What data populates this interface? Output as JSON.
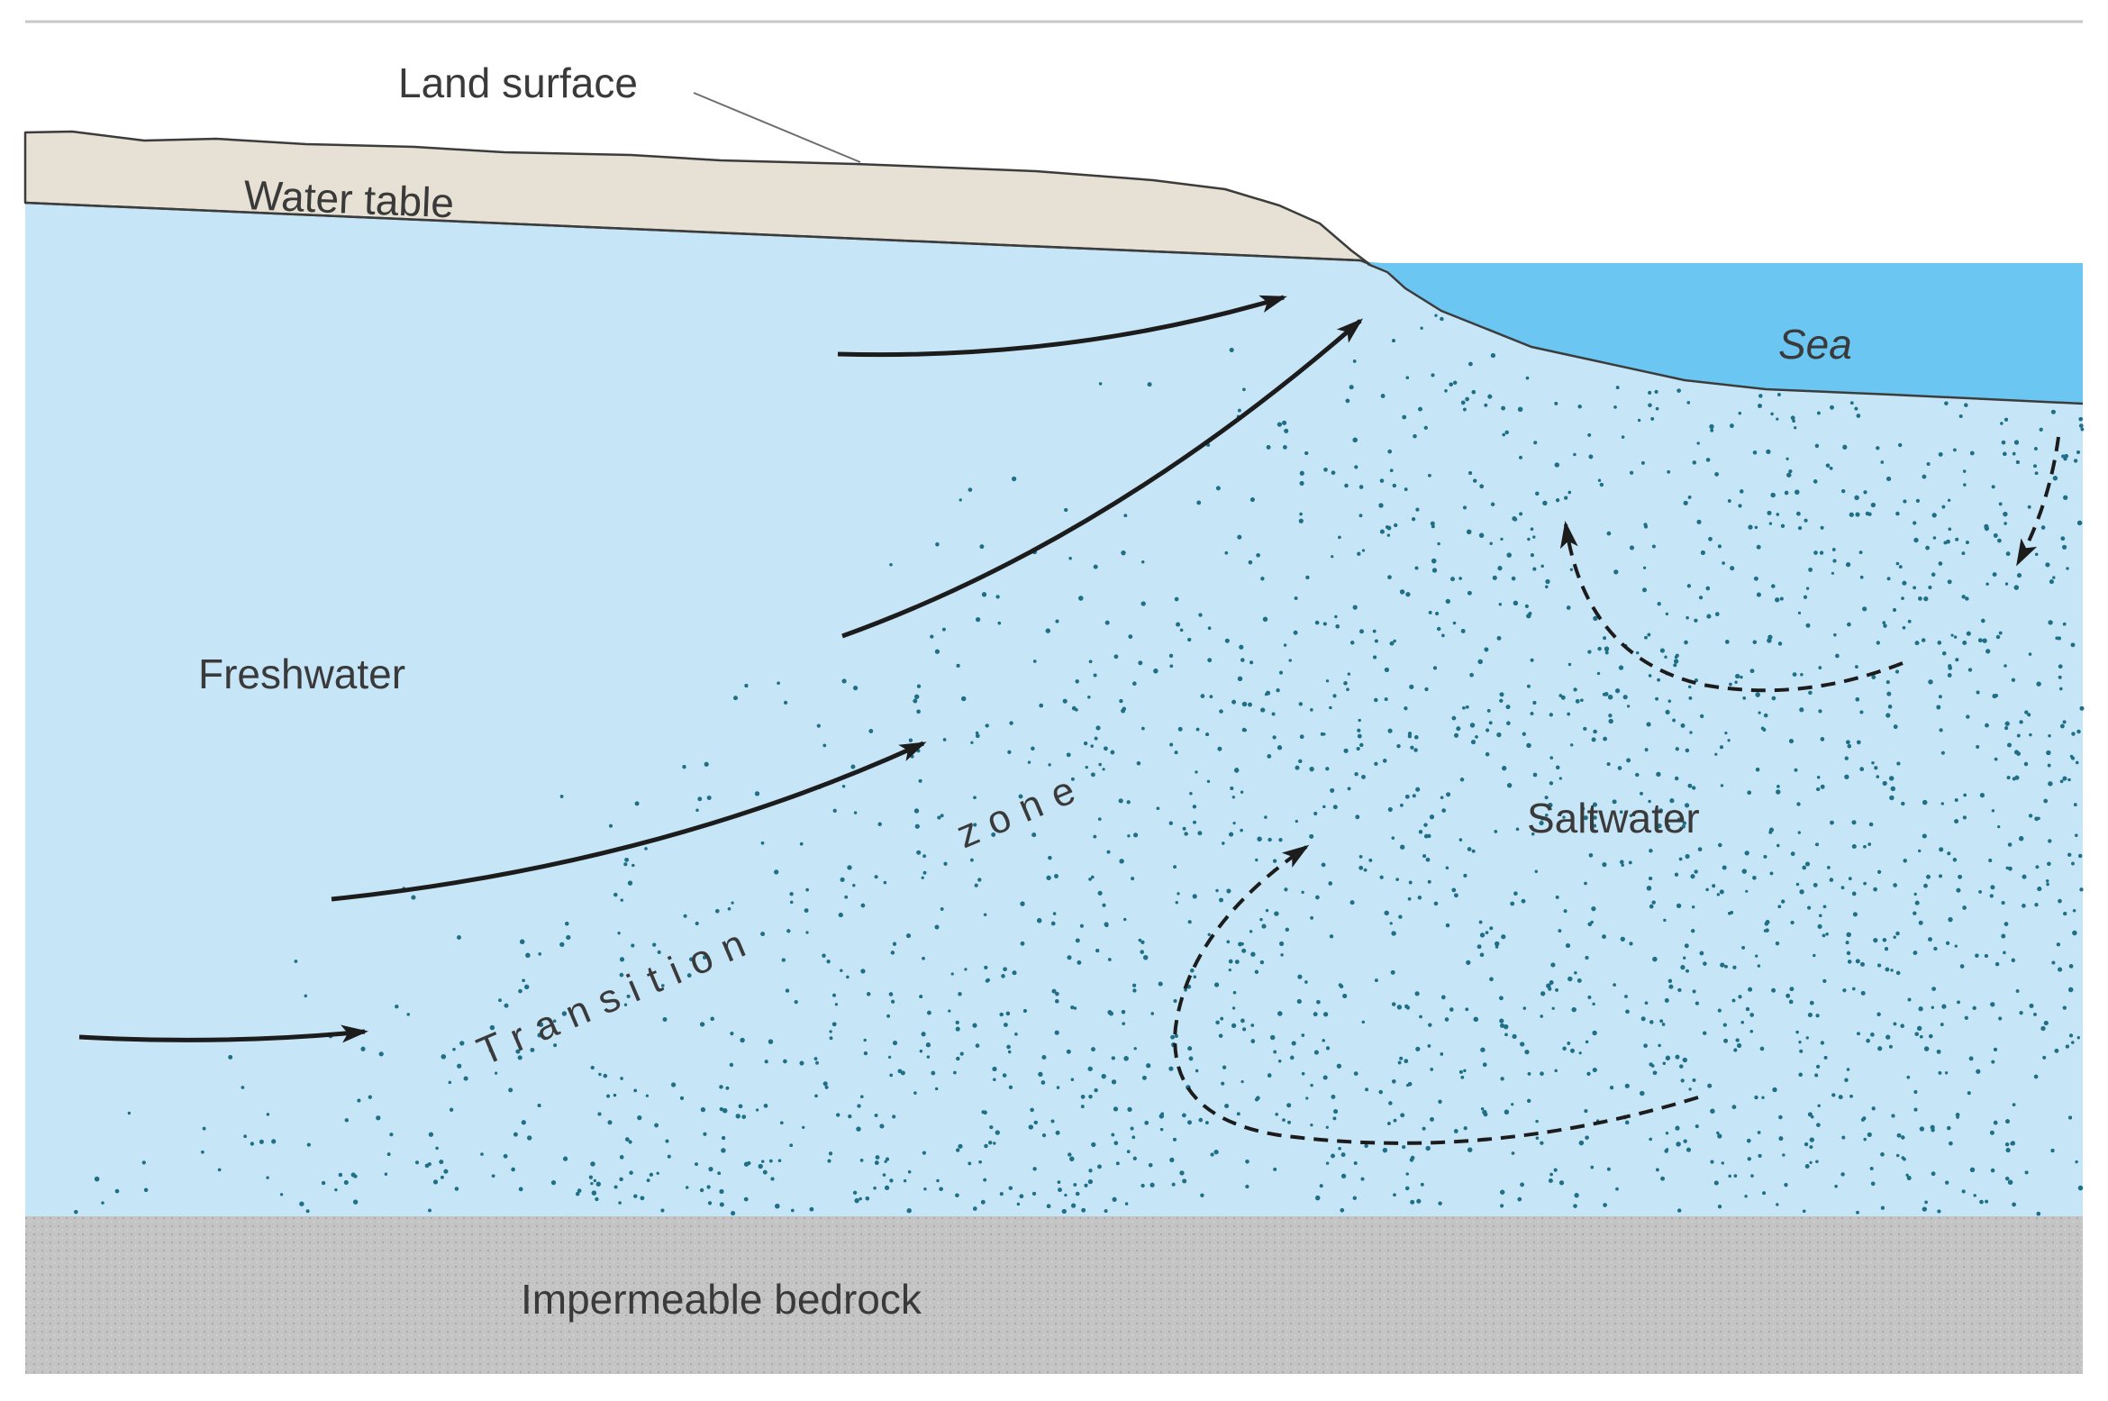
{
  "labels": {
    "land_surface": "Land surface",
    "water_table": "Water table",
    "sea": "Sea",
    "freshwater": "Freshwater",
    "saltwater": "Saltwater",
    "transition_word1": "Transition",
    "transition_word2": "zone",
    "bedrock": "Impermeable bedrock"
  },
  "colors": {
    "freshwater": "#c6e6f8",
    "sea": "#6cc6f2",
    "land": "#e6e1d4",
    "bedrock": "#c4c4c4",
    "salt_dots": "#1f6f86",
    "arrows": "#1c1c1c",
    "outline": "#3c3c3c",
    "text": "#3a3a3a"
  },
  "flow_arrows": {
    "freshwater_flow": "solid",
    "saltwater_circulation": "dashed"
  }
}
